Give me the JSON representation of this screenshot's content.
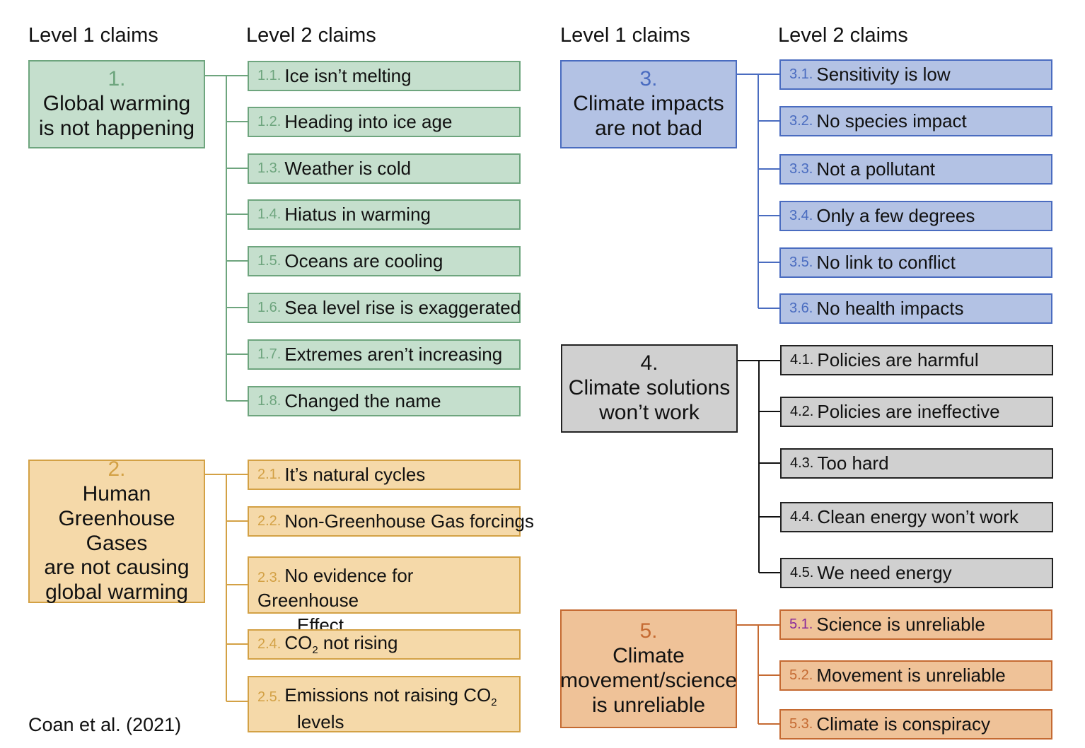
{
  "headers": {
    "left_level1": "Level 1 claims",
    "left_level2": "Level 2 claims",
    "right_level1": "Level 1 claims",
    "right_level2": "Level 2 claims"
  },
  "colors": {
    "green_fill": "#c5dfcd",
    "green_border": "#6ea57e",
    "orange_fill": "#f5d9a9",
    "orange_border": "#d3a145",
    "blue_fill": "#b3c2e4",
    "blue_border": "#4a6cc0",
    "gray_fill": "#d0d0d0",
    "gray_border": "#222222",
    "salmon_fill": "#efc298",
    "salmon_border": "#c56a32"
  },
  "groups": [
    {
      "num": "1.",
      "line1": "Global warming",
      "line2": "is not happening",
      "items": [
        {
          "num": "1.1.",
          "text": "Ice isn’t melting"
        },
        {
          "num": "1.2.",
          "text": "Heading into ice age"
        },
        {
          "num": "1.3.",
          "text": "Weather is cold"
        },
        {
          "num": "1.4.",
          "text": "Hiatus in warming"
        },
        {
          "num": "1.5.",
          "text": "Oceans are cooling"
        },
        {
          "num": "1.6.",
          "text": "Sea level rise is exaggerated"
        },
        {
          "num": "1.7.",
          "text": "Extremes aren’t increasing"
        },
        {
          "num": "1.8.",
          "text": "Changed the name"
        }
      ]
    },
    {
      "num": "2.",
      "line1": "Human",
      "line2": "Greenhouse Gases",
      "line3": "are not causing",
      "line4": "global warming",
      "items": [
        {
          "num": "2.1.",
          "text": "It’s natural cycles"
        },
        {
          "num": "2.2.",
          "text": "Non-Greenhouse Gas forcings"
        },
        {
          "num": "2.3.",
          "text": "No evidence for Greenhouse",
          "text2": "Effect"
        },
        {
          "num": "2.4.",
          "text": "CO",
          "sub": "2",
          "text_after": " not rising"
        },
        {
          "num": "2.5.",
          "text": "Emissions not raising CO",
          "sub": "2",
          "text2": "levels"
        }
      ]
    },
    {
      "num": "3.",
      "line1": "Climate impacts",
      "line2": "are not bad",
      "items": [
        {
          "num": "3.1.",
          "text": "Sensitivity is low"
        },
        {
          "num": "3.2.",
          "text": "No species impact"
        },
        {
          "num": "3.3.",
          "text": "Not a pollutant"
        },
        {
          "num": "3.4.",
          "text": "Only a few degrees"
        },
        {
          "num": "3.5.",
          "text": "No link to conflict"
        },
        {
          "num": "3.6.",
          "text": "No health impacts"
        }
      ]
    },
    {
      "num": "4.",
      "line1": "Climate solutions",
      "line2": "won’t work",
      "items": [
        {
          "num": "4.1.",
          "text": "Policies are harmful"
        },
        {
          "num": "4.2.",
          "text": "Policies are ineffective"
        },
        {
          "num": "4.3.",
          "text": "Too hard"
        },
        {
          "num": "4.4.",
          "text": "Clean energy won’t work"
        },
        {
          "num": "4.5.",
          "text": "We need energy"
        }
      ]
    },
    {
      "num": "5.",
      "line1": "Climate",
      "line2": "movement/science",
      "line3": "is unreliable",
      "items": [
        {
          "num": "5.1.",
          "text": "Science is unreliable"
        },
        {
          "num": "5.2.",
          "text": "Movement is unreliable"
        },
        {
          "num": "5.3.",
          "text": "Climate is conspiracy"
        }
      ]
    }
  ],
  "citation": "Coan et al. (2021)"
}
